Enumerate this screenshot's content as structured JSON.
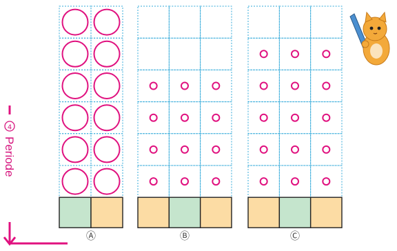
{
  "side_label": {
    "number": "4",
    "text": "Periode"
  },
  "panels": [
    {
      "label": "Ⓐ",
      "rows": 6,
      "cols": 2,
      "filled_from_row": 0,
      "circle": "large",
      "base_colors": [
        "#c5e5cd",
        "#fcdca4"
      ]
    },
    {
      "label": "Ⓑ",
      "rows": 6,
      "cols": 3,
      "filled_from_row": 2,
      "circle": "small",
      "base_colors": [
        "#fcdca4",
        "#c5e5cd",
        "#fcdca4"
      ]
    },
    {
      "label": "Ⓒ",
      "rows": 6,
      "cols": 3,
      "filled_from_row": 1,
      "circle": "small",
      "base_colors": [
        "#fcdca4",
        "#c5e5cd",
        "#fcdca4"
      ]
    }
  ],
  "colors": {
    "grid": "#31a9d9",
    "circle": "#e0117f",
    "arrow": "#e0117f"
  },
  "mascot": "cat-holding-pencil-icon"
}
